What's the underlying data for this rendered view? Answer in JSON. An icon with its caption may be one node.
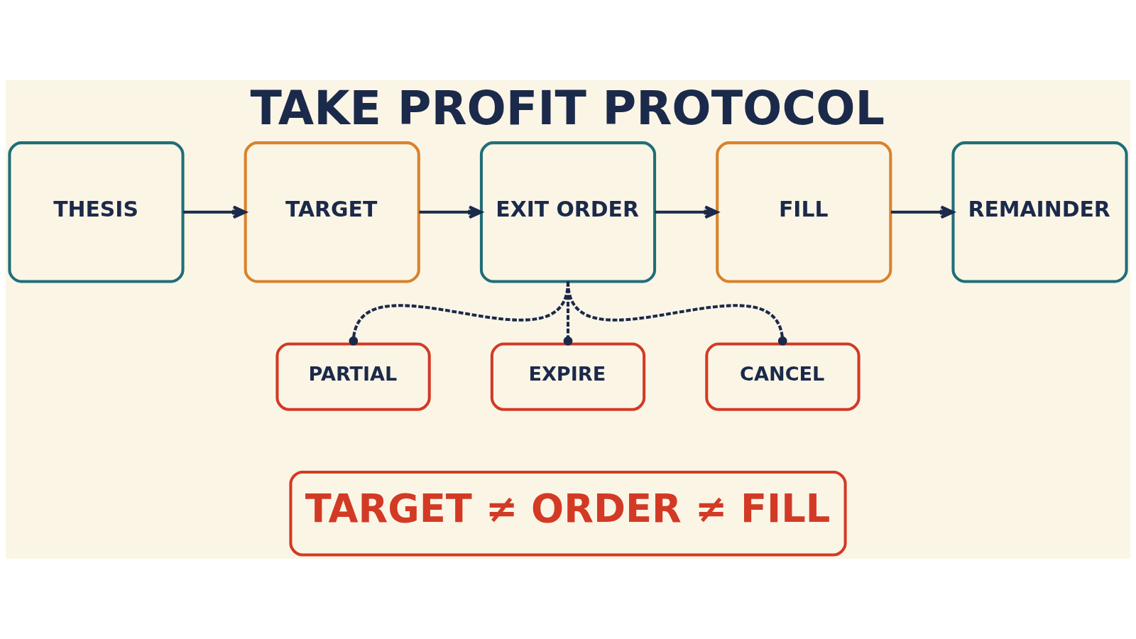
{
  "diagram": {
    "title": "TAKE PROFIT PROTOCOL",
    "nodes": [
      {
        "text": [
          "THESIS"
        ]
      },
      {
        "text": [
          "TARGET"
        ]
      },
      {
        "text": [
          "EXIT ORDER"
        ]
      },
      {
        "text": [
          "FILL"
        ]
      },
      {
        "text": [
          "REMAINDER"
        ]
      },
      {
        "text": [
          "PARTIAL"
        ]
      },
      {
        "text": [
          "EXPIRE"
        ]
      },
      {
        "text": [
          "CANCEL"
        ]
      },
      {
        "text": [
          "TARGET ≠ ORDER ≠ FILL"
        ]
      }
    ],
    "edges": [
      {
        "from": 0,
        "to": 1,
        "arrow": "to"
      },
      {
        "from": 1,
        "to": 2,
        "arrow": "to"
      },
      {
        "from": 2,
        "to": 3,
        "arrow": "to"
      },
      {
        "from": 3,
        "to": 4,
        "arrow": "to"
      },
      {
        "from": 2,
        "to": 5,
        "arrow": "other",
        "style": "dashed"
      },
      {
        "from": 2,
        "to": 6,
        "arrow": "other",
        "style": "dashed"
      },
      {
        "from": 2,
        "to": 7,
        "arrow": "other",
        "style": "dashed"
      }
    ]
  }
}
